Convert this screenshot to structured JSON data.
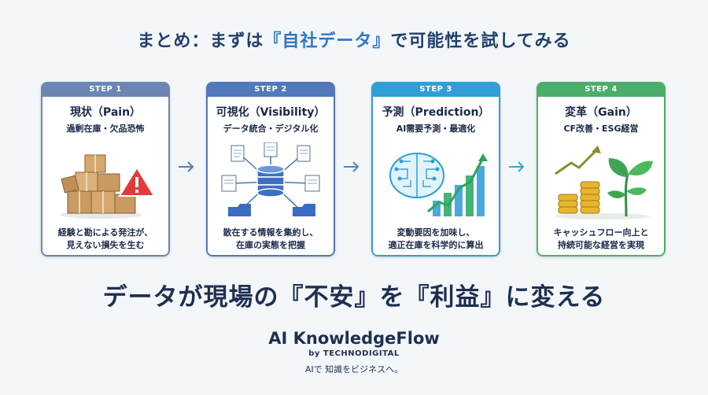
{
  "header": {
    "title_pre": "まとめ：まずは",
    "title_highlight": "『自社データ』",
    "title_post": "で可能性を試してみる"
  },
  "steps": [
    {
      "label": "STEP 1",
      "title": "現状（Pain）",
      "subtitle": "過剰在庫・欠品恐怖",
      "description": "経験と勘による発注が、\n見えない損失を生む",
      "color": "#6b86b5",
      "icon": "boxes-warning-icon"
    },
    {
      "label": "STEP 2",
      "title": "可視化（Visibility）",
      "subtitle": "データ統合・デジタル化",
      "description": "散在する情報を集約し、\n在庫の実態を把握",
      "color": "#5178bb",
      "icon": "database-documents-icon"
    },
    {
      "label": "STEP 3",
      "title": "予測（Prediction）",
      "subtitle": "AI需要予測・最適化",
      "description": "変動要因を加味し、\n適正在庫を科学的に算出",
      "color": "#2f9fd6",
      "icon": "ai-brain-chart-icon"
    },
    {
      "label": "STEP 4",
      "title": "変革（Gain）",
      "subtitle": "CF改善・ESG経営",
      "description": "キャッシュフロー向上と\n持続可能な経営を実現",
      "color": "#4cae6c",
      "icon": "coins-sprout-icon"
    }
  ],
  "tagline": "データが現場の『不安』を『利益』に変える",
  "footer": {
    "brand": "AI KnowledgeFlow",
    "by": "by TECHNODIGITAL",
    "slogan": "AIで 知識をビジネスへ。"
  }
}
